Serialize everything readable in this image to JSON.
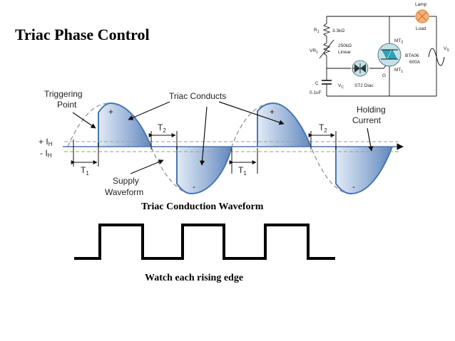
{
  "title": "Triac Phase Control",
  "captions": {
    "waveform": "Triac Conduction Waveform",
    "square": "Watch each rising edge"
  },
  "waveform_labels": {
    "triggering_point": "Triggering",
    "triggering_point_2": "Point",
    "triac_conducts": "Triac Conducts",
    "holding_current": "Holding",
    "holding_current_2": "Current",
    "supply_waveform": "Supply",
    "supply_waveform_2": "Waveform",
    "plus_ih": "+ I",
    "minus_ih": "- I",
    "ih_sub": "H",
    "t": "T",
    "t1_sub": "1",
    "t2_sub": "2",
    "plus_sign": "+",
    "minus_sign": "-"
  },
  "circuit": {
    "lamp": "Lamp",
    "load": "Load",
    "r1": "R",
    "r1_sub": "1",
    "r1_value": "3.3kΩ",
    "vr1": "VR",
    "vr1_sub": "1",
    "vr1_value": "250kΩ",
    "vr1_type": "Linear",
    "c": "C",
    "c_value": "0.1uF",
    "vc": "V",
    "vc_sub": "C",
    "diac": "ST2 Diac",
    "mt2": "MT",
    "mt2_sub": "2",
    "mt1": "MT",
    "mt1_sub": "1",
    "gate": "G",
    "triac_part": "BTA06",
    "triac_rating": "600A",
    "vs": "V",
    "vs_sub": "S"
  },
  "colors": {
    "fill_gradient_light": "#d6e3f3",
    "fill_gradient_dark": "#5f86bd",
    "curve_blue": "#4a76b2",
    "dash_gray": "#9a9a9a",
    "line_black": "#000000",
    "lamp_fill": "#f4b27a",
    "lamp_stroke": "#e08a3c",
    "triac_fill": "#bfe3ea",
    "triac_symbol": "#2aa6b8"
  }
}
